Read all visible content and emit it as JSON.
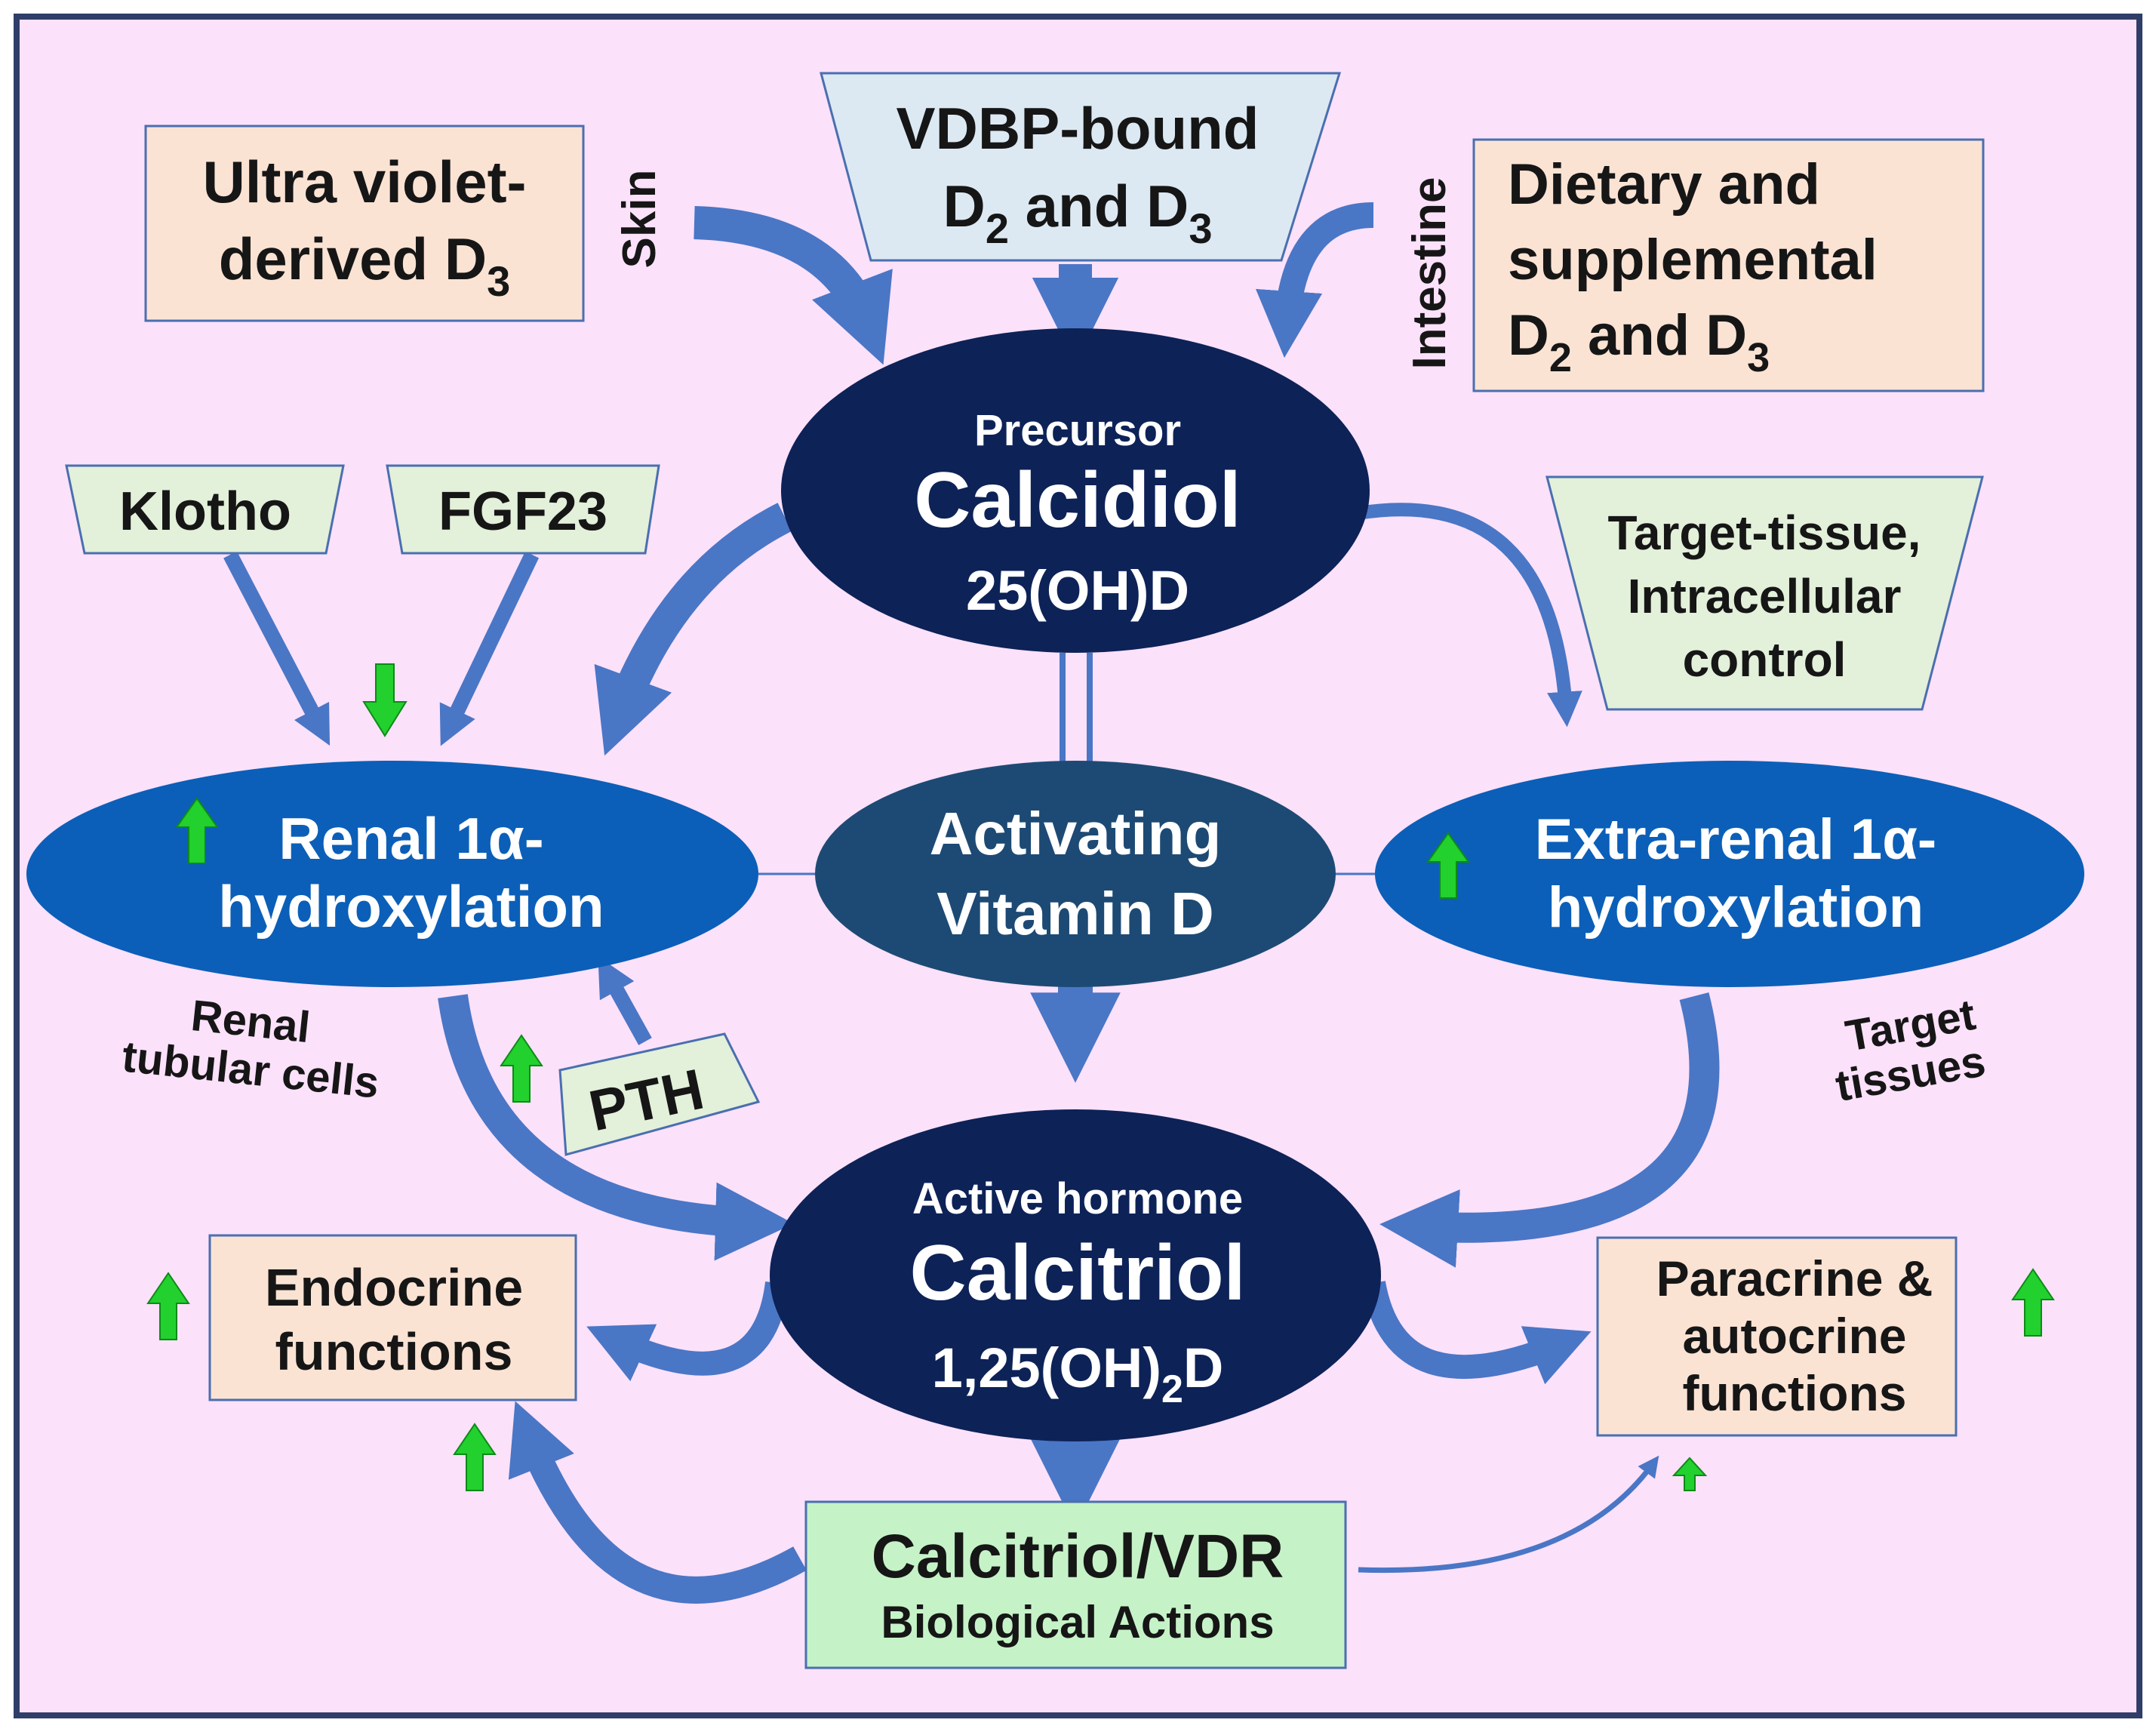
{
  "sources": {
    "uv": {
      "line1": "Ultra violet-",
      "line2": "derived D",
      "sub": "3"
    },
    "vdbp": {
      "line1": "VDBP-bound",
      "d2": "D",
      "d2sub": "2",
      "and": " and D",
      "d3sub": "3"
    },
    "dietary": {
      "line1": "Dietary and",
      "line2": "supplemental",
      "d2": "D",
      "d2sub": "2",
      "and": " and D",
      "d3sub": "3"
    },
    "skin_label": "Skin",
    "intestine_label": "Intestine"
  },
  "regulators": {
    "klotho": "Klotho",
    "fgf23": "FGF23",
    "pth": "PTH",
    "target_tissue": {
      "line1": "Target-tissue,",
      "line2": "Intracellular",
      "line3": "control"
    }
  },
  "precursor": {
    "caption": "Precursor",
    "name": "Calcidiol",
    "formula": "25(OH)D"
  },
  "center": {
    "line1": "Activating",
    "line2": "Vitamin D"
  },
  "renal": {
    "line1": "Renal 1α-",
    "line2": "hydroxylation",
    "site_line1": "Renal",
    "site_line2": "tubular cells"
  },
  "extrarenal": {
    "line1": "Extra-renal 1α-",
    "line2": "hydroxylation",
    "site_line1": "Target",
    "site_line2": "tissues"
  },
  "active": {
    "caption": "Active hormone",
    "name": "Calcitriol",
    "formula_a": "1,25(OH)",
    "formula_sub": "2",
    "formula_b": "D"
  },
  "endocrine": {
    "line1": "Endocrine",
    "line2": "functions"
  },
  "paracrine": {
    "line1": "Paracrine &",
    "line2": "autocrine",
    "line3": "functions"
  },
  "vdr": {
    "line1": "Calcitriol/VDR",
    "line2": "Biological Actions"
  },
  "colors": {
    "background": "#fbe1fa",
    "frame": "#2f3e68",
    "source_box": "#fbe3d4",
    "vdbp_box": "#dce9f3",
    "regulator_box": "#e3f0da",
    "vdr_box": "#c6f2c7",
    "dark_navy": "#0d2257",
    "blue_oval": "#0b5fb8",
    "center_oval": "#1d4a74",
    "arrow": "#4a76c6",
    "green_up": "#22d02e"
  }
}
